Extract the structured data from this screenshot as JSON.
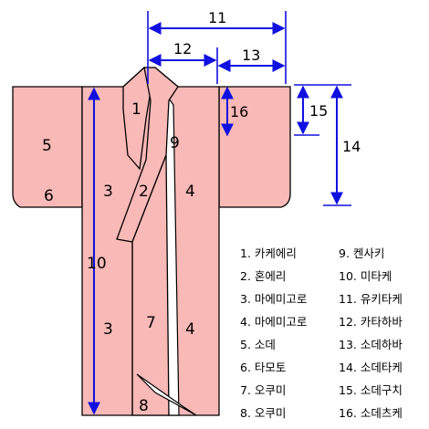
{
  "parts": {
    "p1": "1",
    "p2": "2",
    "p3a": "3",
    "p3b": "3",
    "p4a": "4",
    "p4b": "4",
    "p5": "5",
    "p6": "6",
    "p7": "7",
    "p8": "8",
    "p9": "9",
    "p10": "10"
  },
  "dimensions": {
    "d11": "11",
    "d12": "12",
    "d13": "13",
    "d14": "14",
    "d15": "15",
    "d16": "16"
  },
  "legend": {
    "left": [
      "1. 카케에리",
      "2. 혼에리",
      "3. 마에미고로",
      "4. 마에미고로",
      "5. 소데",
      "6. 타모토",
      "7. 오쿠미",
      "8. 오쿠미"
    ],
    "right": [
      "9. 켄사키",
      "10. 미타케",
      "11. 유키타케",
      "12. 카타하바",
      "13. 소데하바",
      "14. 소데타케",
      "15. 소데구치",
      "16. 소데츠케"
    ]
  },
  "colors": {
    "fabric": "#f9b9b7",
    "outline": "#000000",
    "arrow": "#1010e0"
  }
}
